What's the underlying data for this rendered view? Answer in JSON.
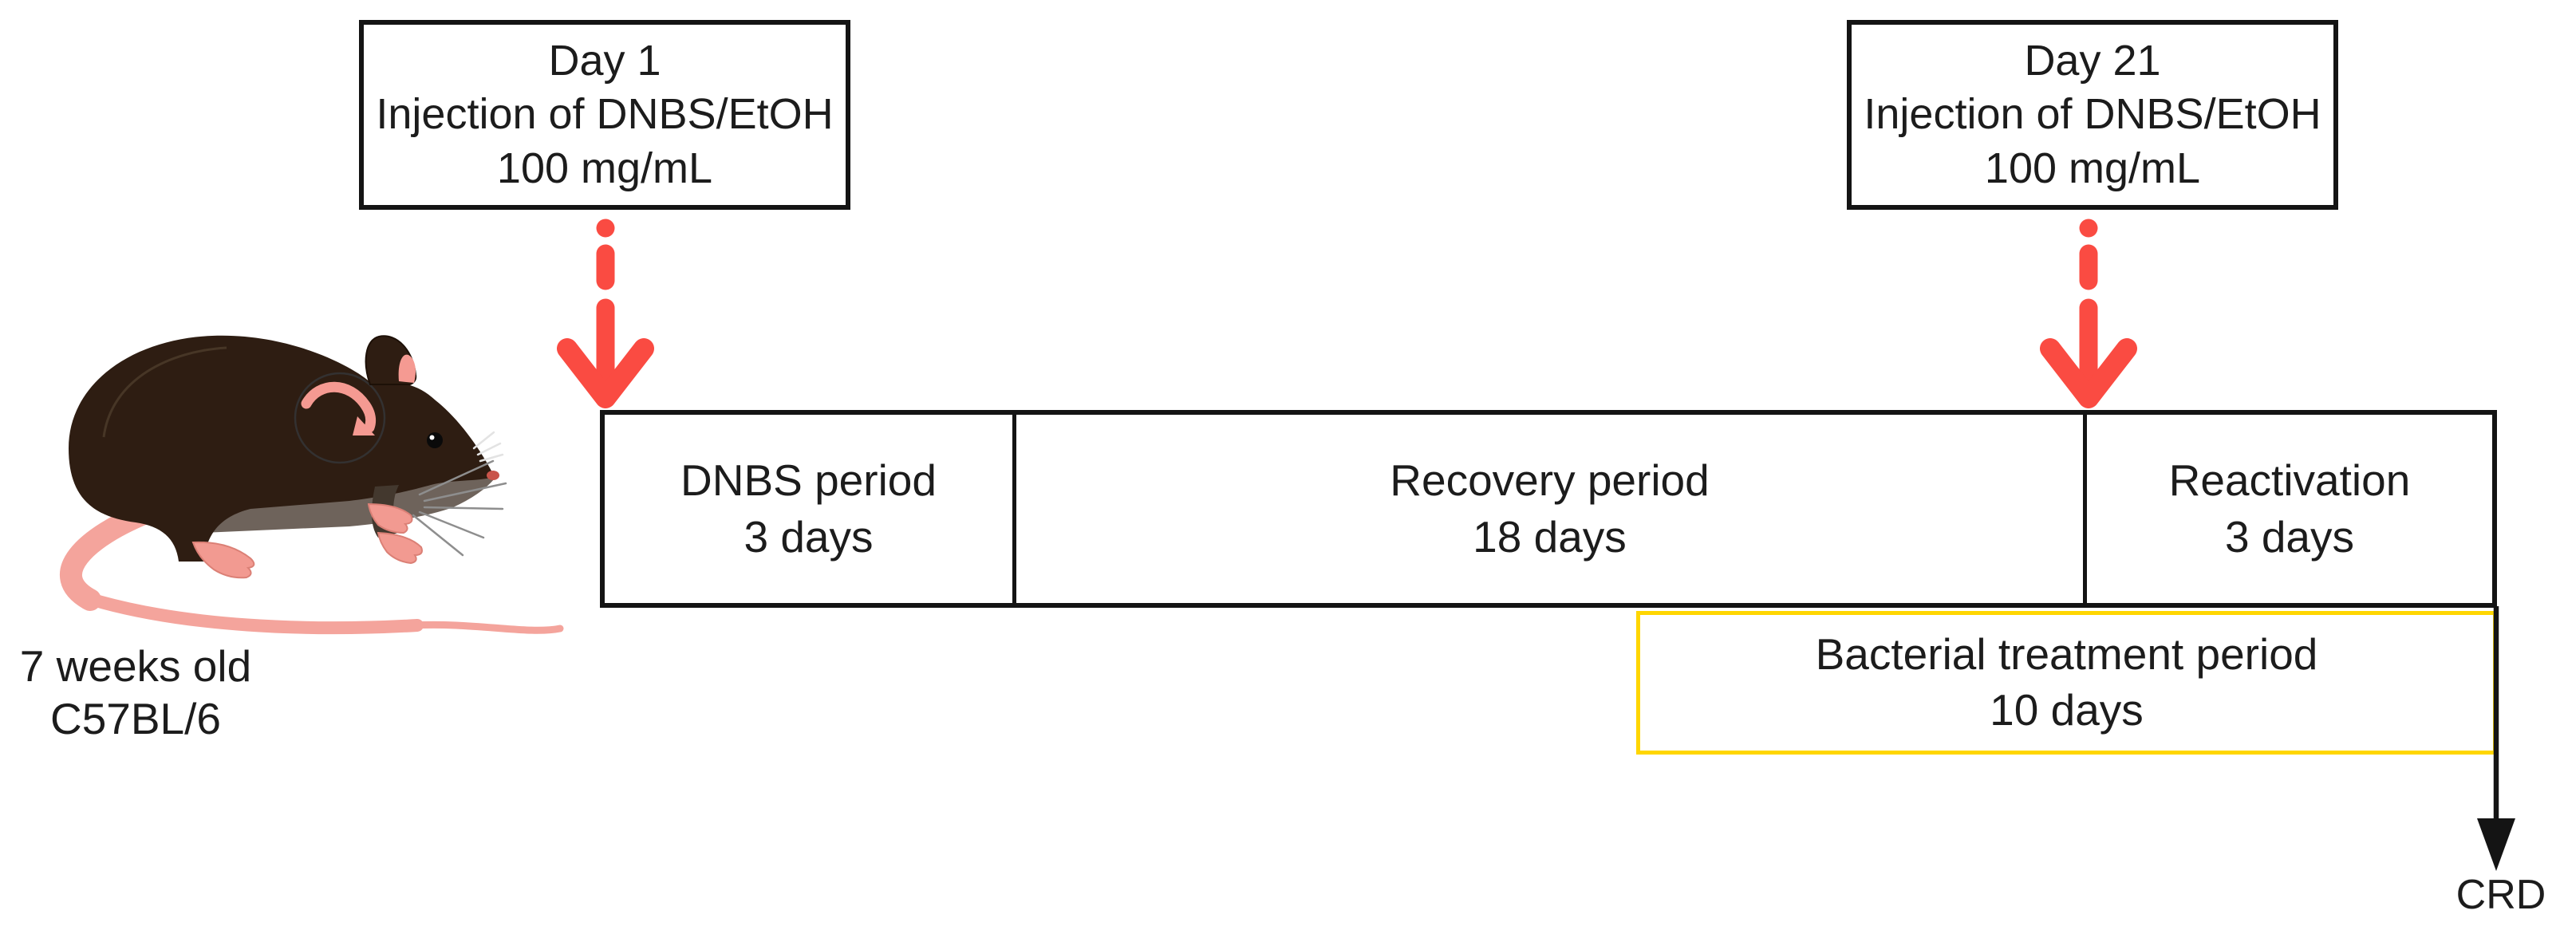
{
  "figure": {
    "subject": {
      "age": "7 weeks old",
      "strain": "C57BL/6"
    },
    "injections": [
      {
        "day": "Day 1",
        "procedure": "Injection of DNBS/EtOH",
        "dose": "100 mg/mL"
      },
      {
        "day": "Day 21",
        "procedure": "Injection of DNBS/EtOH",
        "dose": "100 mg/mL"
      }
    ],
    "timeline": {
      "segments": [
        {
          "label": "DNBS period",
          "duration": "3 days"
        },
        {
          "label": "Recovery period",
          "duration": "18 days"
        },
        {
          "label": "Reactivation",
          "duration": "3 days"
        }
      ]
    },
    "treatment": {
      "label": "Bacterial treatment period",
      "duration": "10 days"
    },
    "endpoint": {
      "label": "CRD"
    },
    "colors": {
      "injection_arrow_red": "#FA4B42",
      "treatment_yellow": "#FFD600",
      "line_black": "#141414",
      "mouse_body_brown": "#2E1D12",
      "mouse_belly_grey": "#6E635B",
      "mouse_pink": "#F4A09A"
    }
  }
}
